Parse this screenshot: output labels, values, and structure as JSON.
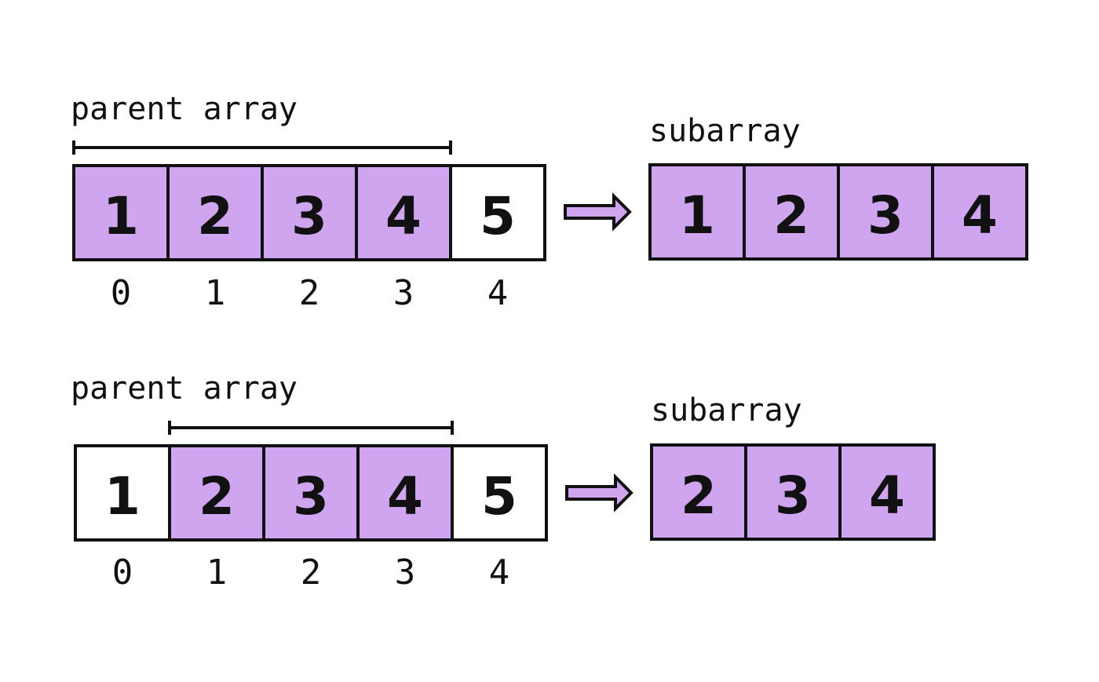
{
  "colors": {
    "highlight": "#cfa5ef",
    "plain": "#ffffff",
    "stroke": "#111111"
  },
  "examples": [
    {
      "parent_label": "parent array",
      "subarray_label": "subarray",
      "parent_cells": [
        {
          "value": "1",
          "selected": true
        },
        {
          "value": "2",
          "selected": true
        },
        {
          "value": "3",
          "selected": true
        },
        {
          "value": "4",
          "selected": true
        },
        {
          "value": "5",
          "selected": false
        }
      ],
      "indices": [
        "0",
        "1",
        "2",
        "3",
        "4"
      ],
      "bracket_range": [
        0,
        3
      ],
      "subarray_cells": [
        "1",
        "2",
        "3",
        "4"
      ],
      "arrow_icon": "right-arrow-icon"
    },
    {
      "parent_label": "parent array",
      "subarray_label": "subarray",
      "parent_cells": [
        {
          "value": "1",
          "selected": false
        },
        {
          "value": "2",
          "selected": true
        },
        {
          "value": "3",
          "selected": true
        },
        {
          "value": "4",
          "selected": true
        },
        {
          "value": "5",
          "selected": false
        }
      ],
      "indices": [
        "0",
        "1",
        "2",
        "3",
        "4"
      ],
      "bracket_range": [
        1,
        3
      ],
      "subarray_cells": [
        "2",
        "3",
        "4"
      ],
      "arrow_icon": "right-arrow-icon"
    }
  ]
}
